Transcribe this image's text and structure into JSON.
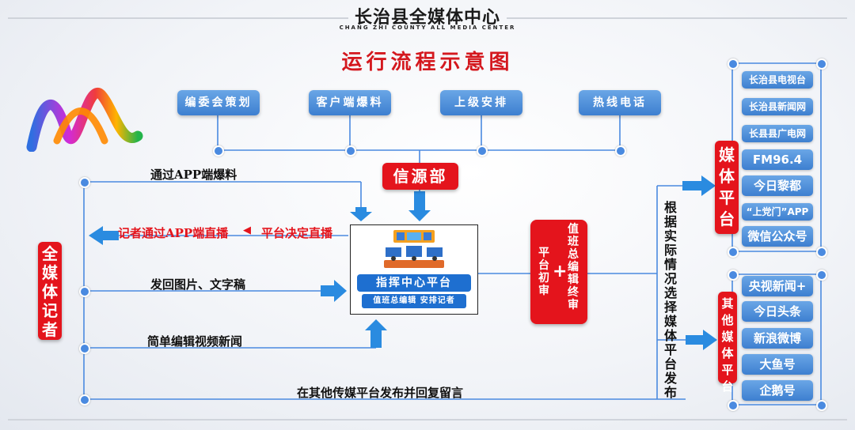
{
  "header": {
    "org_title": "长治县全媒体中心",
    "org_subtitle": "CHANG ZHI COUNTY ALL MEDIA CENTER",
    "diagram_title": "运行流程示意图"
  },
  "sources": [
    "编委会策划",
    "客户端爆料",
    "上级安排",
    "热线电话"
  ],
  "source_dept": "信源部",
  "center": {
    "title": "指挥中心平台",
    "subtitle": "值班总编辑 安排记者"
  },
  "review": {
    "first": "平台初审",
    "final": "值班总编辑终审",
    "plus": "+"
  },
  "reporter": "全媒体记者",
  "flows": {
    "app_tip": "通过APP端爆料",
    "live_reporter": "记者通过APP端直播",
    "live_arrow": "◀",
    "live_decide": "平台决定直播",
    "send_back": "发回图片、文字稿",
    "simple_edit": "简单编辑视频新闻",
    "other_publish": "在其他传媒平台发布并回复留言"
  },
  "decision": "根据实际情况选择媒体平台发布",
  "media_platform": {
    "tag": "媒体平台",
    "items": [
      "长治县电视台",
      "长治县新闻网",
      "长县县广电网",
      "FM96.4",
      "今日黎都",
      "“上党门”APP",
      "微信公众号"
    ]
  },
  "other_platform": {
    "tag": "其他媒体平台",
    "items": [
      "央视新闻+",
      "今日头条",
      "新浪微博",
      "大鱼号",
      "企鹅号"
    ]
  },
  "colors": {
    "accent_red": "#e4141c",
    "line_blue": "#4a8ae0",
    "box_blue": "#3d7fd0"
  }
}
